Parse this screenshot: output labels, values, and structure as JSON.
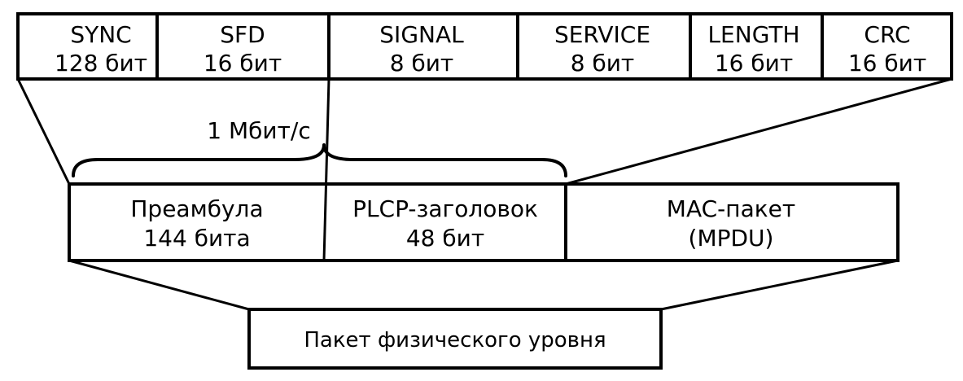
{
  "header_fields": [
    {
      "name": "SYNC",
      "size": "128 бит"
    },
    {
      "name": "SFD",
      "size": "16 бит"
    },
    {
      "name": "SIGNAL",
      "size": "8 бит"
    },
    {
      "name": "SERVICE",
      "size": "8 бит"
    },
    {
      "name": "LENGTH",
      "size": "16 бит"
    },
    {
      "name": "CRC",
      "size": "16 бит"
    }
  ],
  "rate_label": "1 Мбит/с",
  "packet_parts": [
    {
      "line1": "Преамбула",
      "line2": "144 бита"
    },
    {
      "line1": "PLCP-заголовок",
      "line2": "48 бит"
    },
    {
      "line1": "MAC-пакет",
      "line2": "(MPDU)"
    }
  ],
  "physical_packet_label": "Пакет физического уровня"
}
